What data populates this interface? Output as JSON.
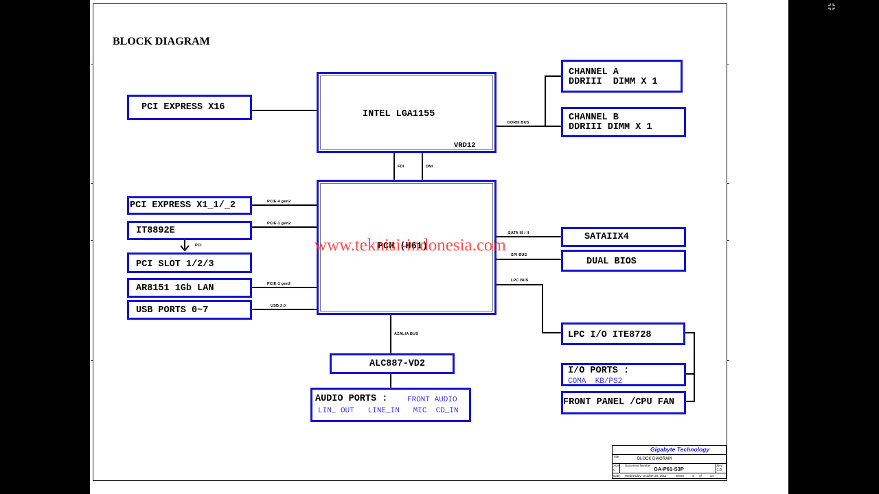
{
  "diagram": {
    "title": "BLOCK DIAGRAM",
    "watermark": "www.teknisi-indonesia.com",
    "blocks": {
      "pcie_x16": "PCI EXPRESS X16",
      "cpu": "INTEL LGA1155",
      "cpu_vrd": "VRD12",
      "channel_a_line1": "CHANNEL A",
      "channel_a_line2": "DDRIII  DIMM X 1",
      "channel_b_line1": "CHANNEL B",
      "channel_b_line2": "DDRIII DIMM X 1",
      "pcie_x1": "PCI EXPRESS X1_1/_2",
      "it8892e": "IT8892E",
      "pci_slot": "PCI SLOT 1/2/3",
      "lan": "AR8151 1Gb LAN",
      "usb": "USB PORTS 0~7",
      "pch": "PCH (H61)",
      "sata": "SATAIIX4",
      "bios": "DUAL BIOS",
      "lpc_io": "LPC I/O ITE8728",
      "io_ports": "I/O PORTS :",
      "io_ports_sub": "COMA  KB/PS2",
      "front_panel": "FRONT PANEL /CPU FAN",
      "alc": "ALC887-VD2",
      "audio_ports": "AUDIO PORTS :",
      "audio_front": "FRONT AUDIO",
      "audio_sub": "LIN_ OUT   LINE_IN   MIC  CD_IN"
    },
    "buses": {
      "ddr": "DDRIII BUS",
      "fdi": "FDI",
      "dmi": "DMI",
      "pcie4": "PCIE-4 gen2",
      "pcie1a": "PCIE-1 gen2",
      "pci": "PCI",
      "pcie1b": "PCIE-1 gen2",
      "usb2": "USB 2.0",
      "sata": "SATA III / II",
      "spi": "SPI BUS",
      "lpc": "LPC BUS",
      "azalia": "AZALIA BUS"
    }
  },
  "title_block": {
    "company": "Gigabyte Technology",
    "title_label": "Title",
    "title": "BLOCK DIAGRAM",
    "size_label": "Size",
    "size": "C",
    "doc_label": "Document Number",
    "doc": "GA-P61-S3P",
    "rev_label": "Rev",
    "rev": "1.0",
    "date_label": "Date:",
    "date": "Wednesday, October 26, 2011",
    "sheet_label": "Sheet",
    "sheet": "3",
    "of_label": "of",
    "total": "34"
  },
  "ui": {
    "fullscreen_icon": "collapse-fullscreen-icon"
  }
}
